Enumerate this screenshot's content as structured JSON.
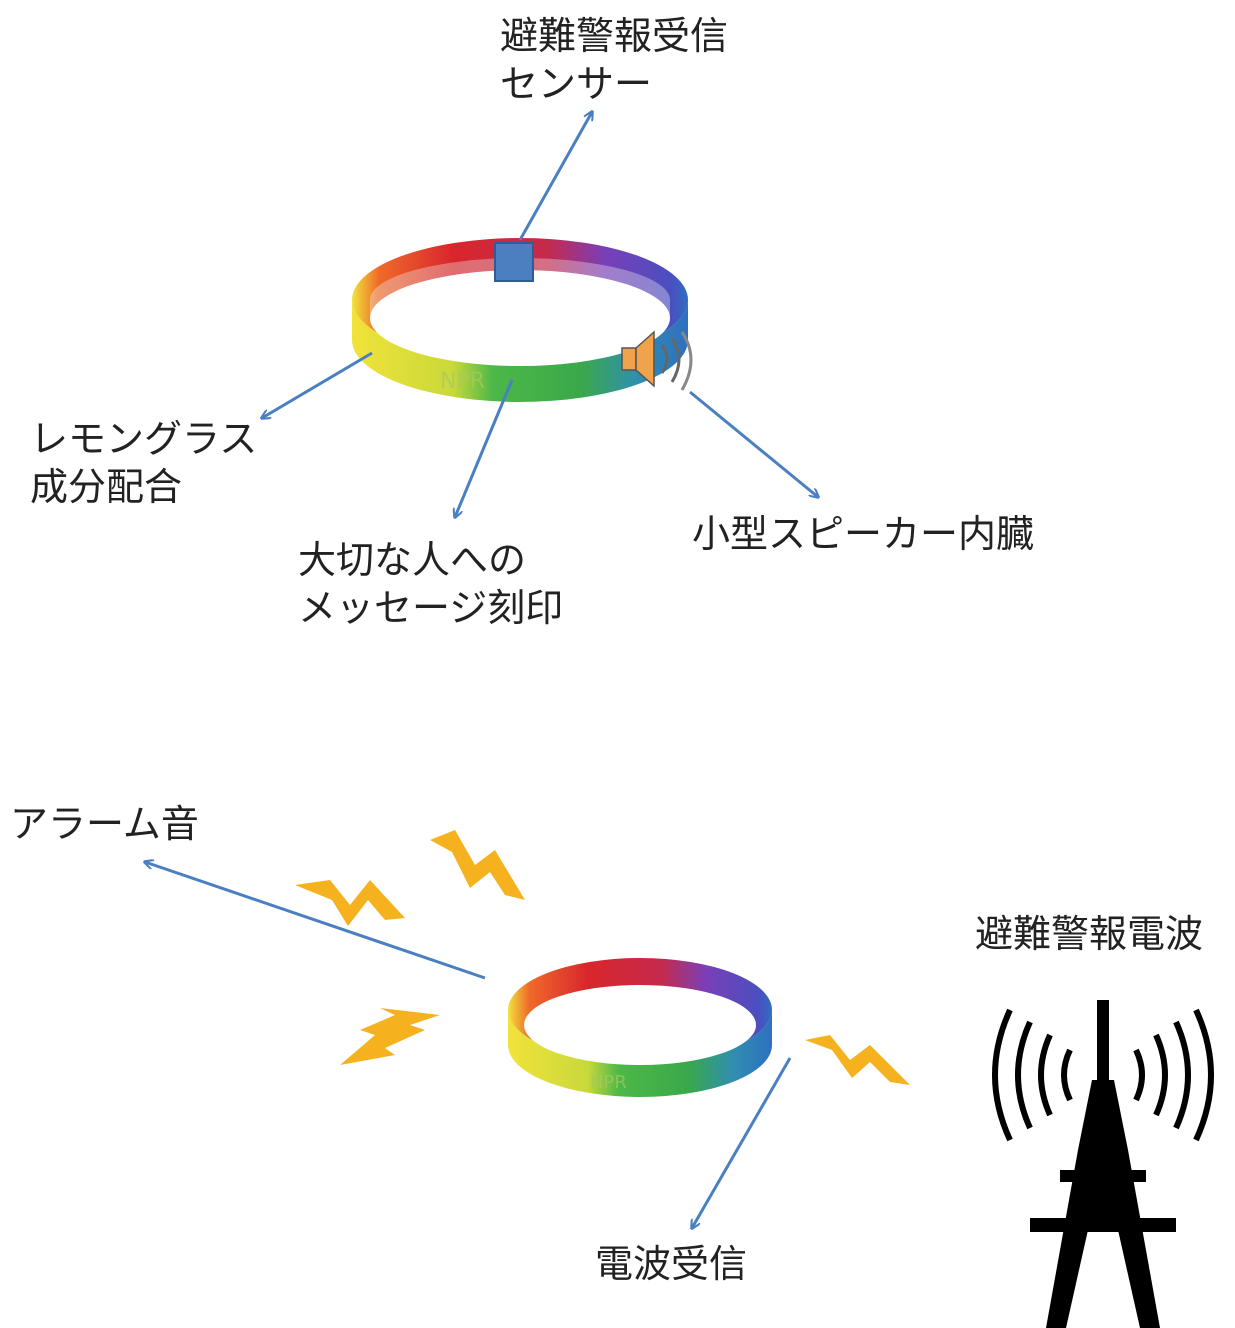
{
  "labels": {
    "sensor": [
      "避難警報受信",
      "センサー"
    ],
    "lemongrass": [
      "レモングラス",
      "成分配合"
    ],
    "message": [
      "大切な人への",
      "メッセージ刻印"
    ],
    "speaker": "小型スピーカー内臓",
    "alarm": "アラーム音",
    "wave": "避難警報電波",
    "receive": "電波受信"
  },
  "colors": {
    "arrow": "#4a7fc1",
    "lightning": "#f5b21e",
    "sensor_chip": "#4b7fbd",
    "speaker": "#f0a34a",
    "tower": "#000000",
    "band_red": "#d9262c",
    "band_orange": "#ef6a2a",
    "band_yellow": "#f2e23a",
    "band_green": "#4cb848",
    "band_blue": "#2f6fc0",
    "band_purple": "#7a3fb8"
  },
  "icons": [
    "wristband-icon",
    "sensor-chip-icon",
    "speaker-icon",
    "lightning-icon",
    "radio-tower-icon"
  ]
}
